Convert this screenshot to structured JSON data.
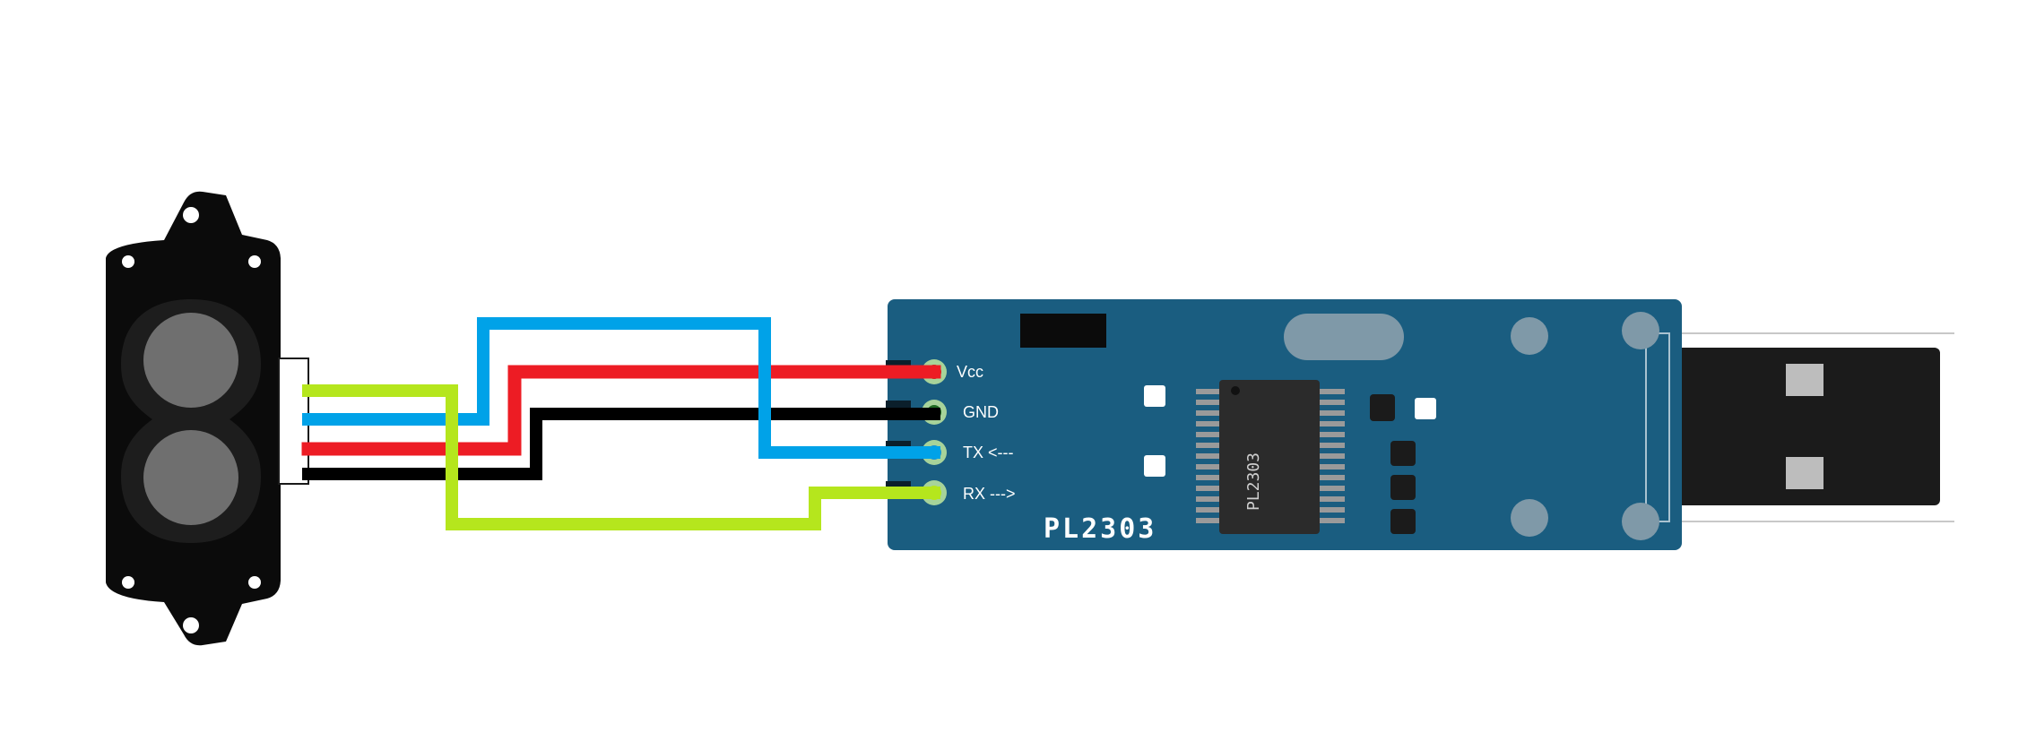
{
  "diagram": {
    "board_label": "PL2303",
    "chip_label": "PL2303",
    "pins": [
      {
        "id": "vcc",
        "label": "Vcc",
        "wire_color": "#ed1c24"
      },
      {
        "id": "gnd",
        "label": "GND",
        "wire_color": "#000000"
      },
      {
        "id": "tx",
        "label": "TX <---",
        "wire_color": "#00a2e8"
      },
      {
        "id": "rx",
        "label": "RX --->",
        "wire_color": "#b5e61d"
      }
    ],
    "colors": {
      "board": "#1a5d80",
      "board_hole": "#7f99a8",
      "sensor_body": "#0b0b0b",
      "sensor_lens": "#6f6f6f",
      "usb_plug": "#1b1b1b",
      "wire_red": "#ed1c24",
      "wire_black": "#000000",
      "wire_blue": "#00a2e8",
      "wire_green": "#b5e61d"
    }
  }
}
